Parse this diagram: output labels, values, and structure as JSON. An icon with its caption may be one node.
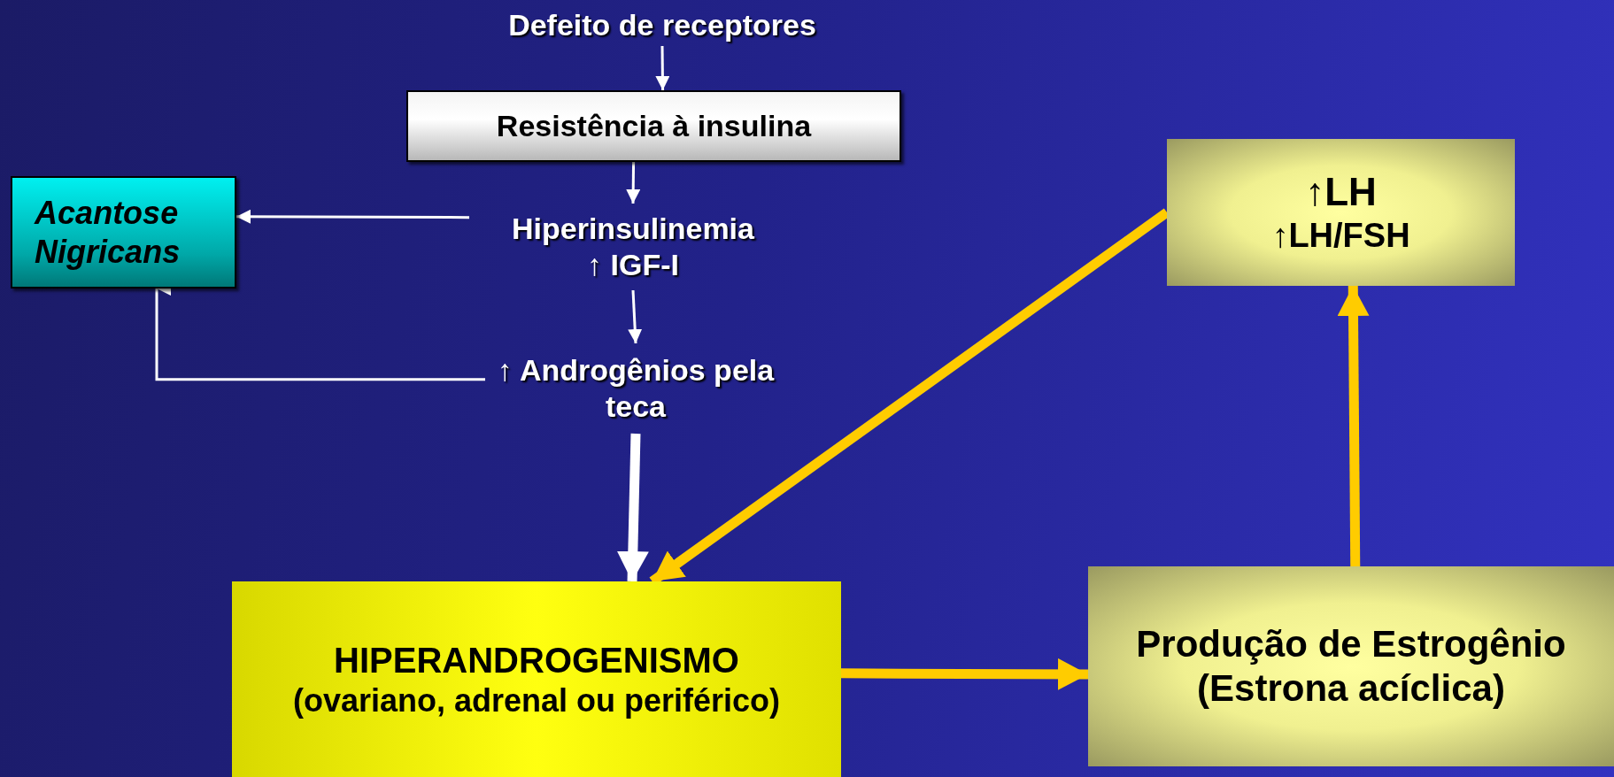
{
  "diagram": {
    "nodes": [
      {
        "text": [
          "Defeito de receptores"
        ]
      },
      {
        "text": [
          "Resistência à insulina"
        ]
      },
      {
        "text": [
          "Hiperinsulinemia",
          "↑ IGF-I"
        ]
      },
      {
        "text": [
          "↑ Androgênios pela teca"
        ]
      },
      {
        "text": [
          "Acantose Nigricans"
        ]
      },
      {
        "text": [
          "↑LH",
          "↑LH/FSH"
        ]
      },
      {
        "text": [
          "HIPERANDROGENISMO",
          "(ovariano, adrenal ou periférico)"
        ]
      },
      {
        "text": [
          "Produção de Estrogênio",
          "(Estrona acíclica)"
        ]
      }
    ],
    "edges": [
      {
        "from": 0,
        "to": 1,
        "arrow": "to"
      },
      {
        "from": 1,
        "to": 2,
        "arrow": "to"
      },
      {
        "from": 2,
        "to": 4,
        "arrow": "to"
      },
      {
        "from": 2,
        "to": 3,
        "arrow": "to"
      },
      {
        "from": 3,
        "to": 4,
        "arrow": "to"
      },
      {
        "from": 3,
        "to": 6,
        "arrow": "to",
        "style": "thick"
      },
      {
        "from": 5,
        "to": 6,
        "arrow": "to",
        "style": "thick",
        "color": "#ffcc00"
      },
      {
        "from": 6,
        "to": 7,
        "arrow": "to",
        "style": "thick",
        "color": "#ffcc00"
      },
      {
        "from": 7,
        "to": 5,
        "arrow": "to",
        "style": "thick",
        "color": "#ffcc00"
      }
    ]
  }
}
